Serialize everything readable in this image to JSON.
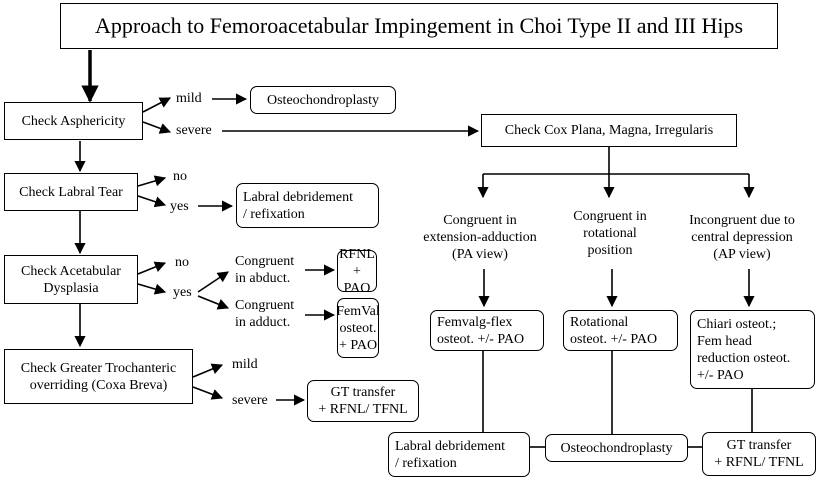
{
  "title": "Approach to Femoroacetabular Impingement in Choi Type II and III Hips",
  "left": {
    "asphericity": "Check Asphericity",
    "labral_tear": "Check Labral Tear",
    "acetabular": "Check Acetabular\nDysplasia",
    "trochanteric": "Check Greater Trochanteric\noverriding (Coxa Breva)"
  },
  "branches": {
    "mild1": "mild",
    "severe1": "severe",
    "no1": "no",
    "yes1": "yes",
    "no2": "no",
    "yes2": "yes",
    "mild2": "mild",
    "severe2": "severe",
    "congruent_abduct": "Congruent\nin abduct.",
    "congruent_adduct": "Congruent\nin adduct."
  },
  "outcomes": {
    "osteochondroplasty_top": "Osteochondroplasty",
    "labral_debridement_top": "Labral debridement\n/ refixation",
    "rfnl_pao": "RFNL\n+ PAO",
    "femval": "FemVal\nosteot.\n+ PAO",
    "gt_transfer_left": "GT transfer\n+ RFNL/ TFNL"
  },
  "right": {
    "cox_plana": "Check Cox Plana, Magna, Irregularis",
    "congruent_ext": "Congruent in\nextension-adduction\n(PA view)",
    "congruent_rot": "Congruent in\nrotational\nposition",
    "incongruent": "Incongruent due to\ncentral depression\n(AP view)",
    "femvalg": "Femvalg-flex\nosteot. +/- PAO",
    "rotational": "Rotational\nosteot. +/- PAO",
    "chiari": "Chiari osteot.;\nFem head\nreduction osteot.\n+/- PAO",
    "labral_bottom": "Labral debridement\n/ refixation",
    "osteo_bottom": "Osteochondroplasty",
    "gt_bottom": "GT transfer\n+ RFNL/ TFNL"
  }
}
